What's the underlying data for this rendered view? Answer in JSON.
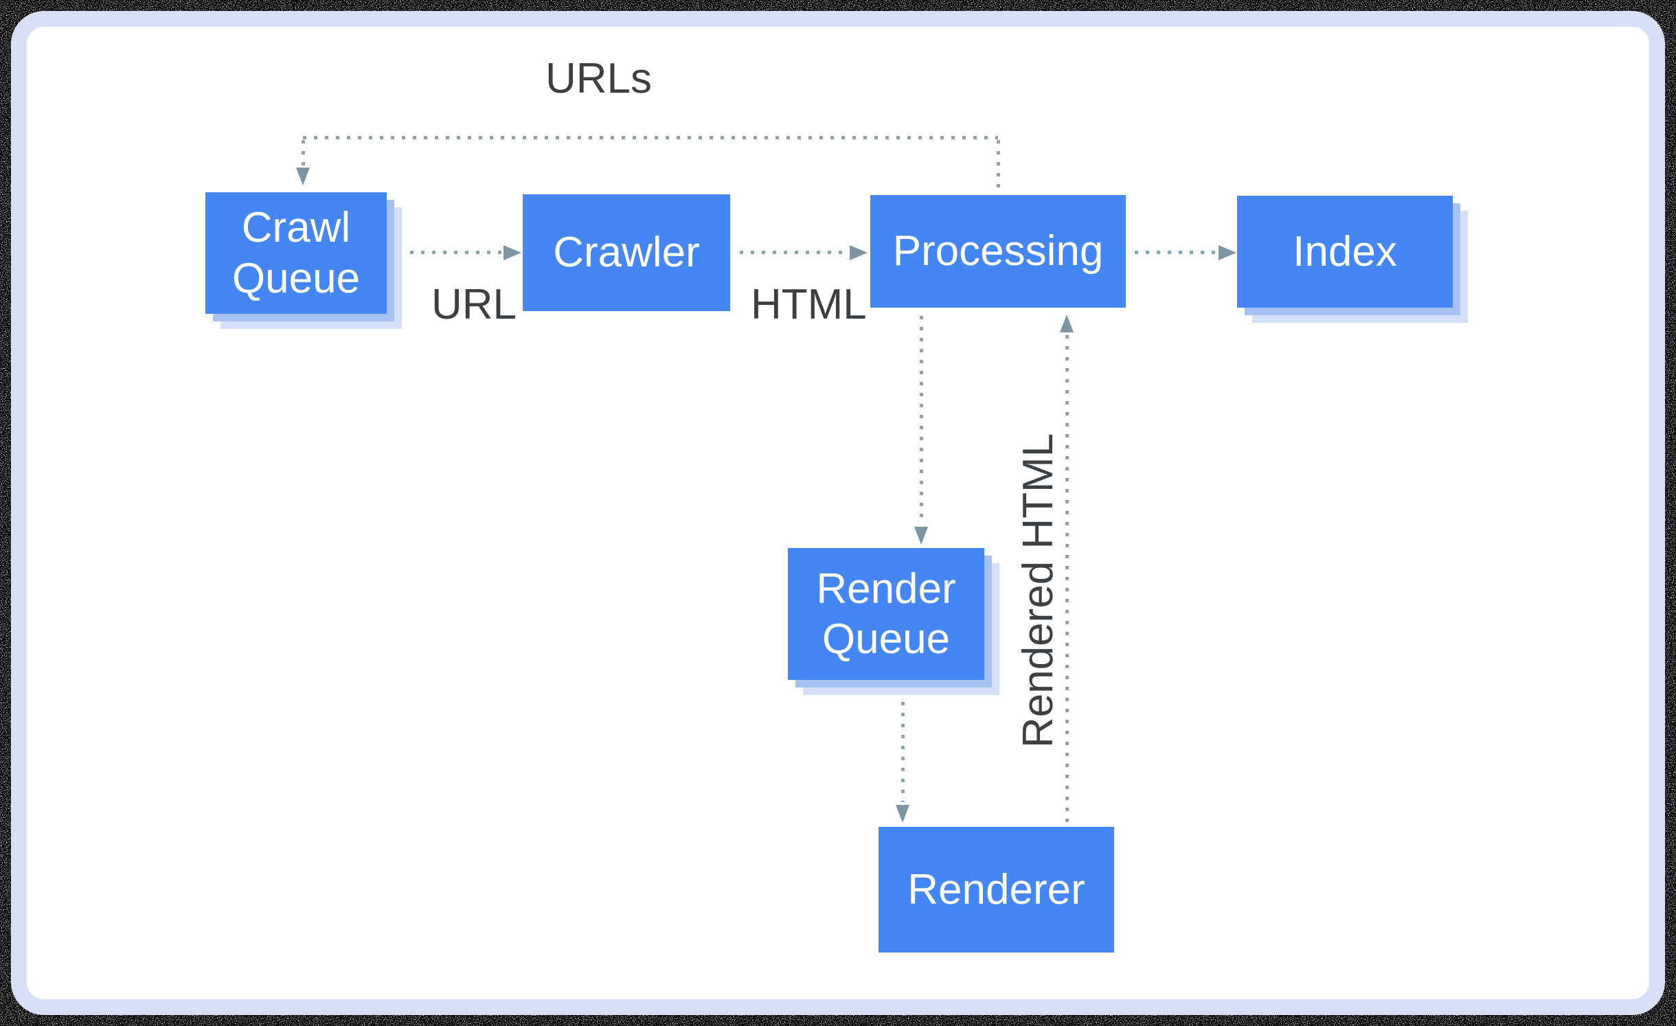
{
  "diagram": {
    "nodes": [
      {
        "id": "crawl-queue",
        "label": "Crawl Queue",
        "stacked": true
      },
      {
        "id": "crawler",
        "label": "Crawler",
        "stacked": false
      },
      {
        "id": "processing",
        "label": "Processing",
        "stacked": false
      },
      {
        "id": "index",
        "label": "Index",
        "stacked": true
      },
      {
        "id": "render-queue",
        "label": "Render Queue",
        "stacked": true
      },
      {
        "id": "renderer",
        "label": "Renderer",
        "stacked": false
      }
    ],
    "edge_labels": {
      "urls": "URLs",
      "url": "URL",
      "html": "HTML",
      "rendered_html": "Rendered HTML"
    },
    "colors": {
      "node_fill": "#4486f3",
      "node_text": "#ffffff",
      "node_shadow_mid": "#a7c1f3",
      "node_shadow_light": "#d4e0fa",
      "connector_dots": "#8ca2ae",
      "arrowhead": "#7d95a3",
      "label_text": "#3c4043",
      "card_background": "#ffffff",
      "card_border": "#d9dff9",
      "outer_background": "#000000"
    }
  }
}
